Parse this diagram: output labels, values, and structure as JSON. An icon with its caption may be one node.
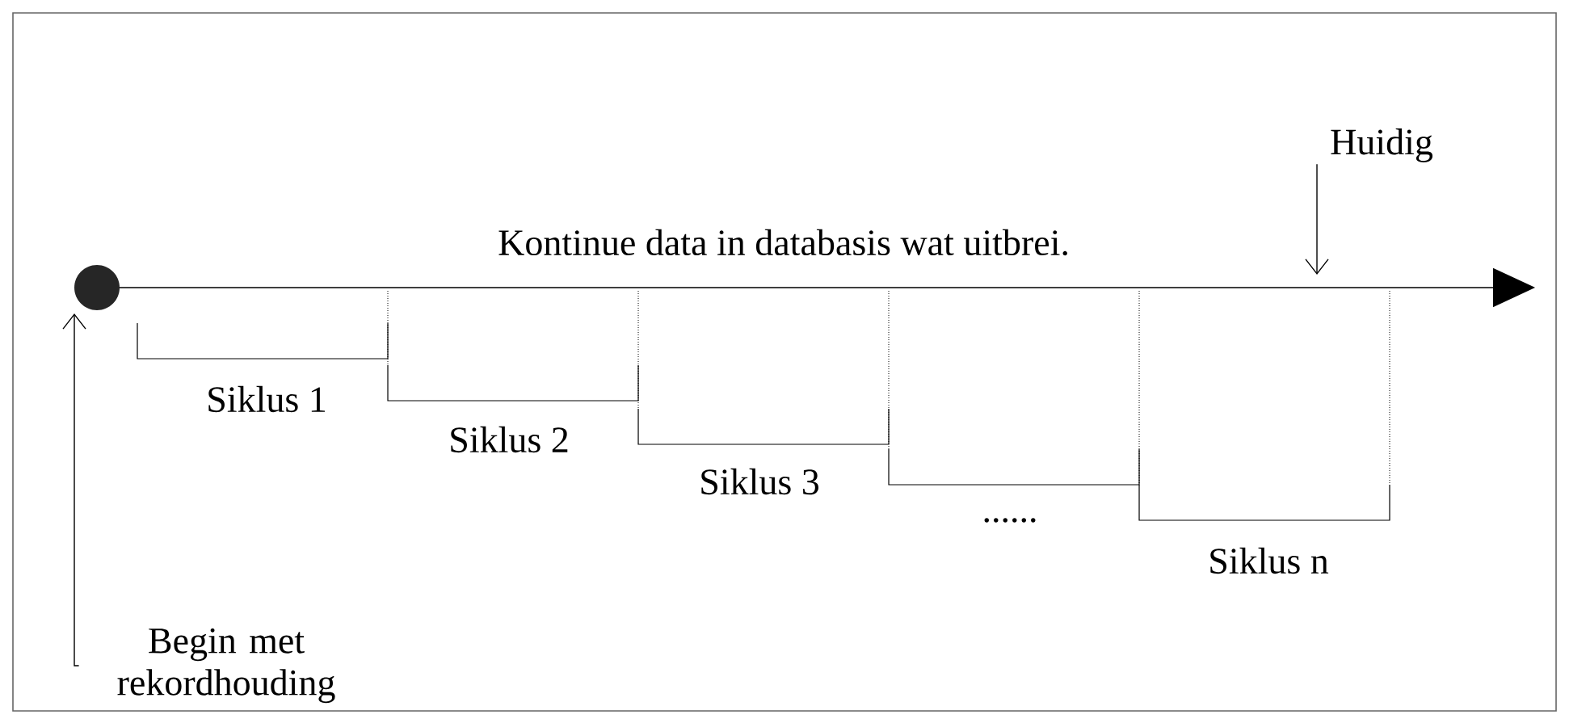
{
  "diagram": {
    "nodes": [
      {
        "text": [],
        "shape": "circle"
      },
      {
        "text": [
          "Huidig"
        ]
      },
      {
        "text": [
          "Begin met rekordhouding"
        ]
      }
    ],
    "edges": [
      {
        "from": 1,
        "to": null,
        "arrow": "to"
      },
      {
        "from": 2,
        "to": 0,
        "arrow": "to"
      }
    ],
    "labels": [
      "Kontinue data in databasis wat uitbrei.",
      "Siklus 1",
      "Siklus 2",
      "Siklus 3",
      "......",
      "Siklus n"
    ]
  }
}
